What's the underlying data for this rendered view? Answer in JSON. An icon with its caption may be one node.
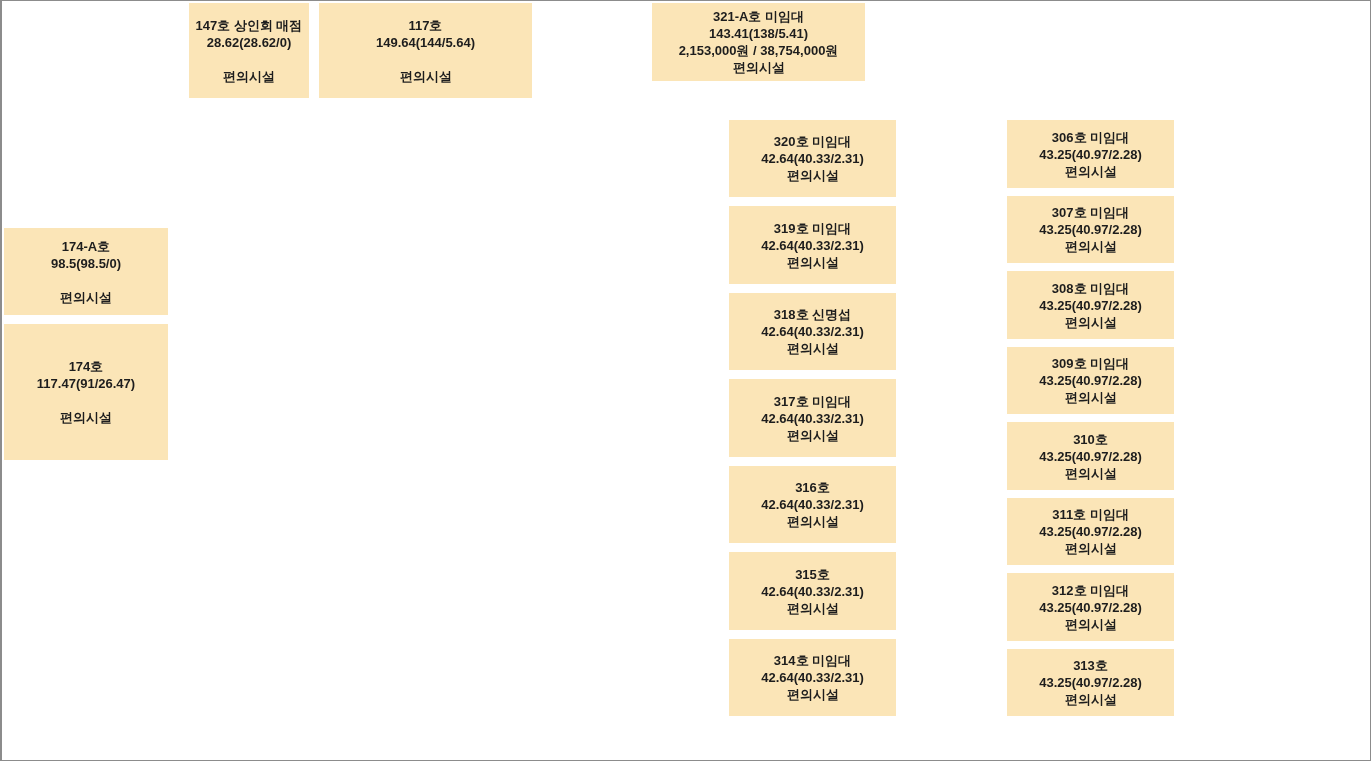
{
  "diagram": {
    "nodes": [
      {
        "text": [
          "147호 상인회 매점",
          "28.62(28.62/0)",
          "편의시설"
        ]
      },
      {
        "text": [
          "117호",
          "149.64(144/5.64)",
          "편의시설"
        ]
      },
      {
        "text": [
          "321-A호 미임대",
          "143.41(138/5.41)",
          "2,153,000원 / 38,754,000원",
          "편의시설"
        ]
      },
      {
        "text": [
          "174-A호",
          "98.5(98.5/0)",
          "편의시설"
        ]
      },
      {
        "text": [
          "174호",
          "117.47(91/26.47)",
          "편의시설"
        ]
      },
      {
        "text": [
          "320호 미임대",
          "42.64(40.33/2.31)",
          "편의시설"
        ]
      },
      {
        "text": [
          "319호 미임대",
          "42.64(40.33/2.31)",
          "편의시설"
        ]
      },
      {
        "text": [
          "318호 신명섭",
          "42.64(40.33/2.31)",
          "편의시설"
        ]
      },
      {
        "text": [
          "317호 미임대",
          "42.64(40.33/2.31)",
          "편의시설"
        ]
      },
      {
        "text": [
          "316호",
          "42.64(40.33/2.31)",
          "편의시설"
        ]
      },
      {
        "text": [
          "315호",
          "42.64(40.33/2.31)",
          "편의시설"
        ]
      },
      {
        "text": [
          "314호 미임대",
          "42.64(40.33/2.31)",
          "편의시설"
        ]
      },
      {
        "text": [
          "306호 미임대",
          "43.25(40.97/2.28)",
          "편의시설"
        ]
      },
      {
        "text": [
          "307호 미임대",
          "43.25(40.97/2.28)",
          "편의시설"
        ]
      },
      {
        "text": [
          "308호 미임대",
          "43.25(40.97/2.28)",
          "편의시설"
        ]
      },
      {
        "text": [
          "309호 미임대",
          "43.25(40.97/2.28)",
          "편의시설"
        ]
      },
      {
        "text": [
          "310호",
          "43.25(40.97/2.28)",
          "편의시설"
        ]
      },
      {
        "text": [
          "311호 미임대",
          "43.25(40.97/2.28)",
          "편의시설"
        ]
      },
      {
        "text": [
          "312호 미임대",
          "43.25(40.97/2.28)",
          "편의시설"
        ]
      },
      {
        "text": [
          "313호",
          "43.25(40.97/2.28)",
          "편의시설"
        ]
      }
    ]
  }
}
